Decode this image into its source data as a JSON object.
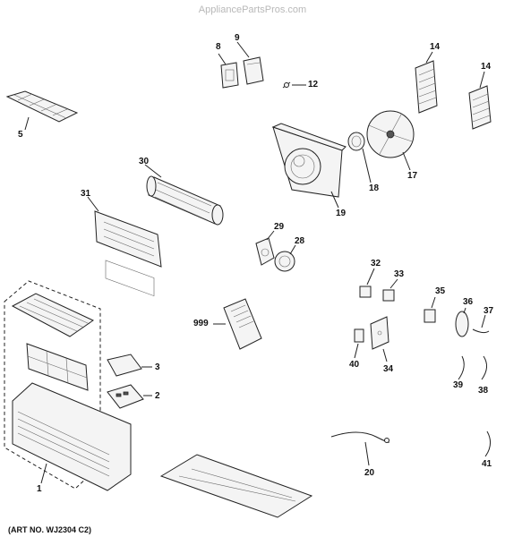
{
  "watermark": "AppliancePartsPros.com",
  "art_number": "(ART NO. WJ2304 C2)",
  "callouts": {
    "c1": "1",
    "c2": "2",
    "c3": "3",
    "c5": "5",
    "c8": "8",
    "c9": "9",
    "c12": "12",
    "c14a": "14",
    "c14b": "14",
    "c17": "17",
    "c18": "18",
    "c19": "19",
    "c20": "20",
    "c28": "28",
    "c29": "29",
    "c30": "30",
    "c31": "31",
    "c32": "32",
    "c33": "33",
    "c34": "34",
    "c35": "35",
    "c36": "36",
    "c37": "37",
    "c38": "38",
    "c39": "39",
    "c40": "40",
    "c41": "41",
    "c999": "999"
  }
}
